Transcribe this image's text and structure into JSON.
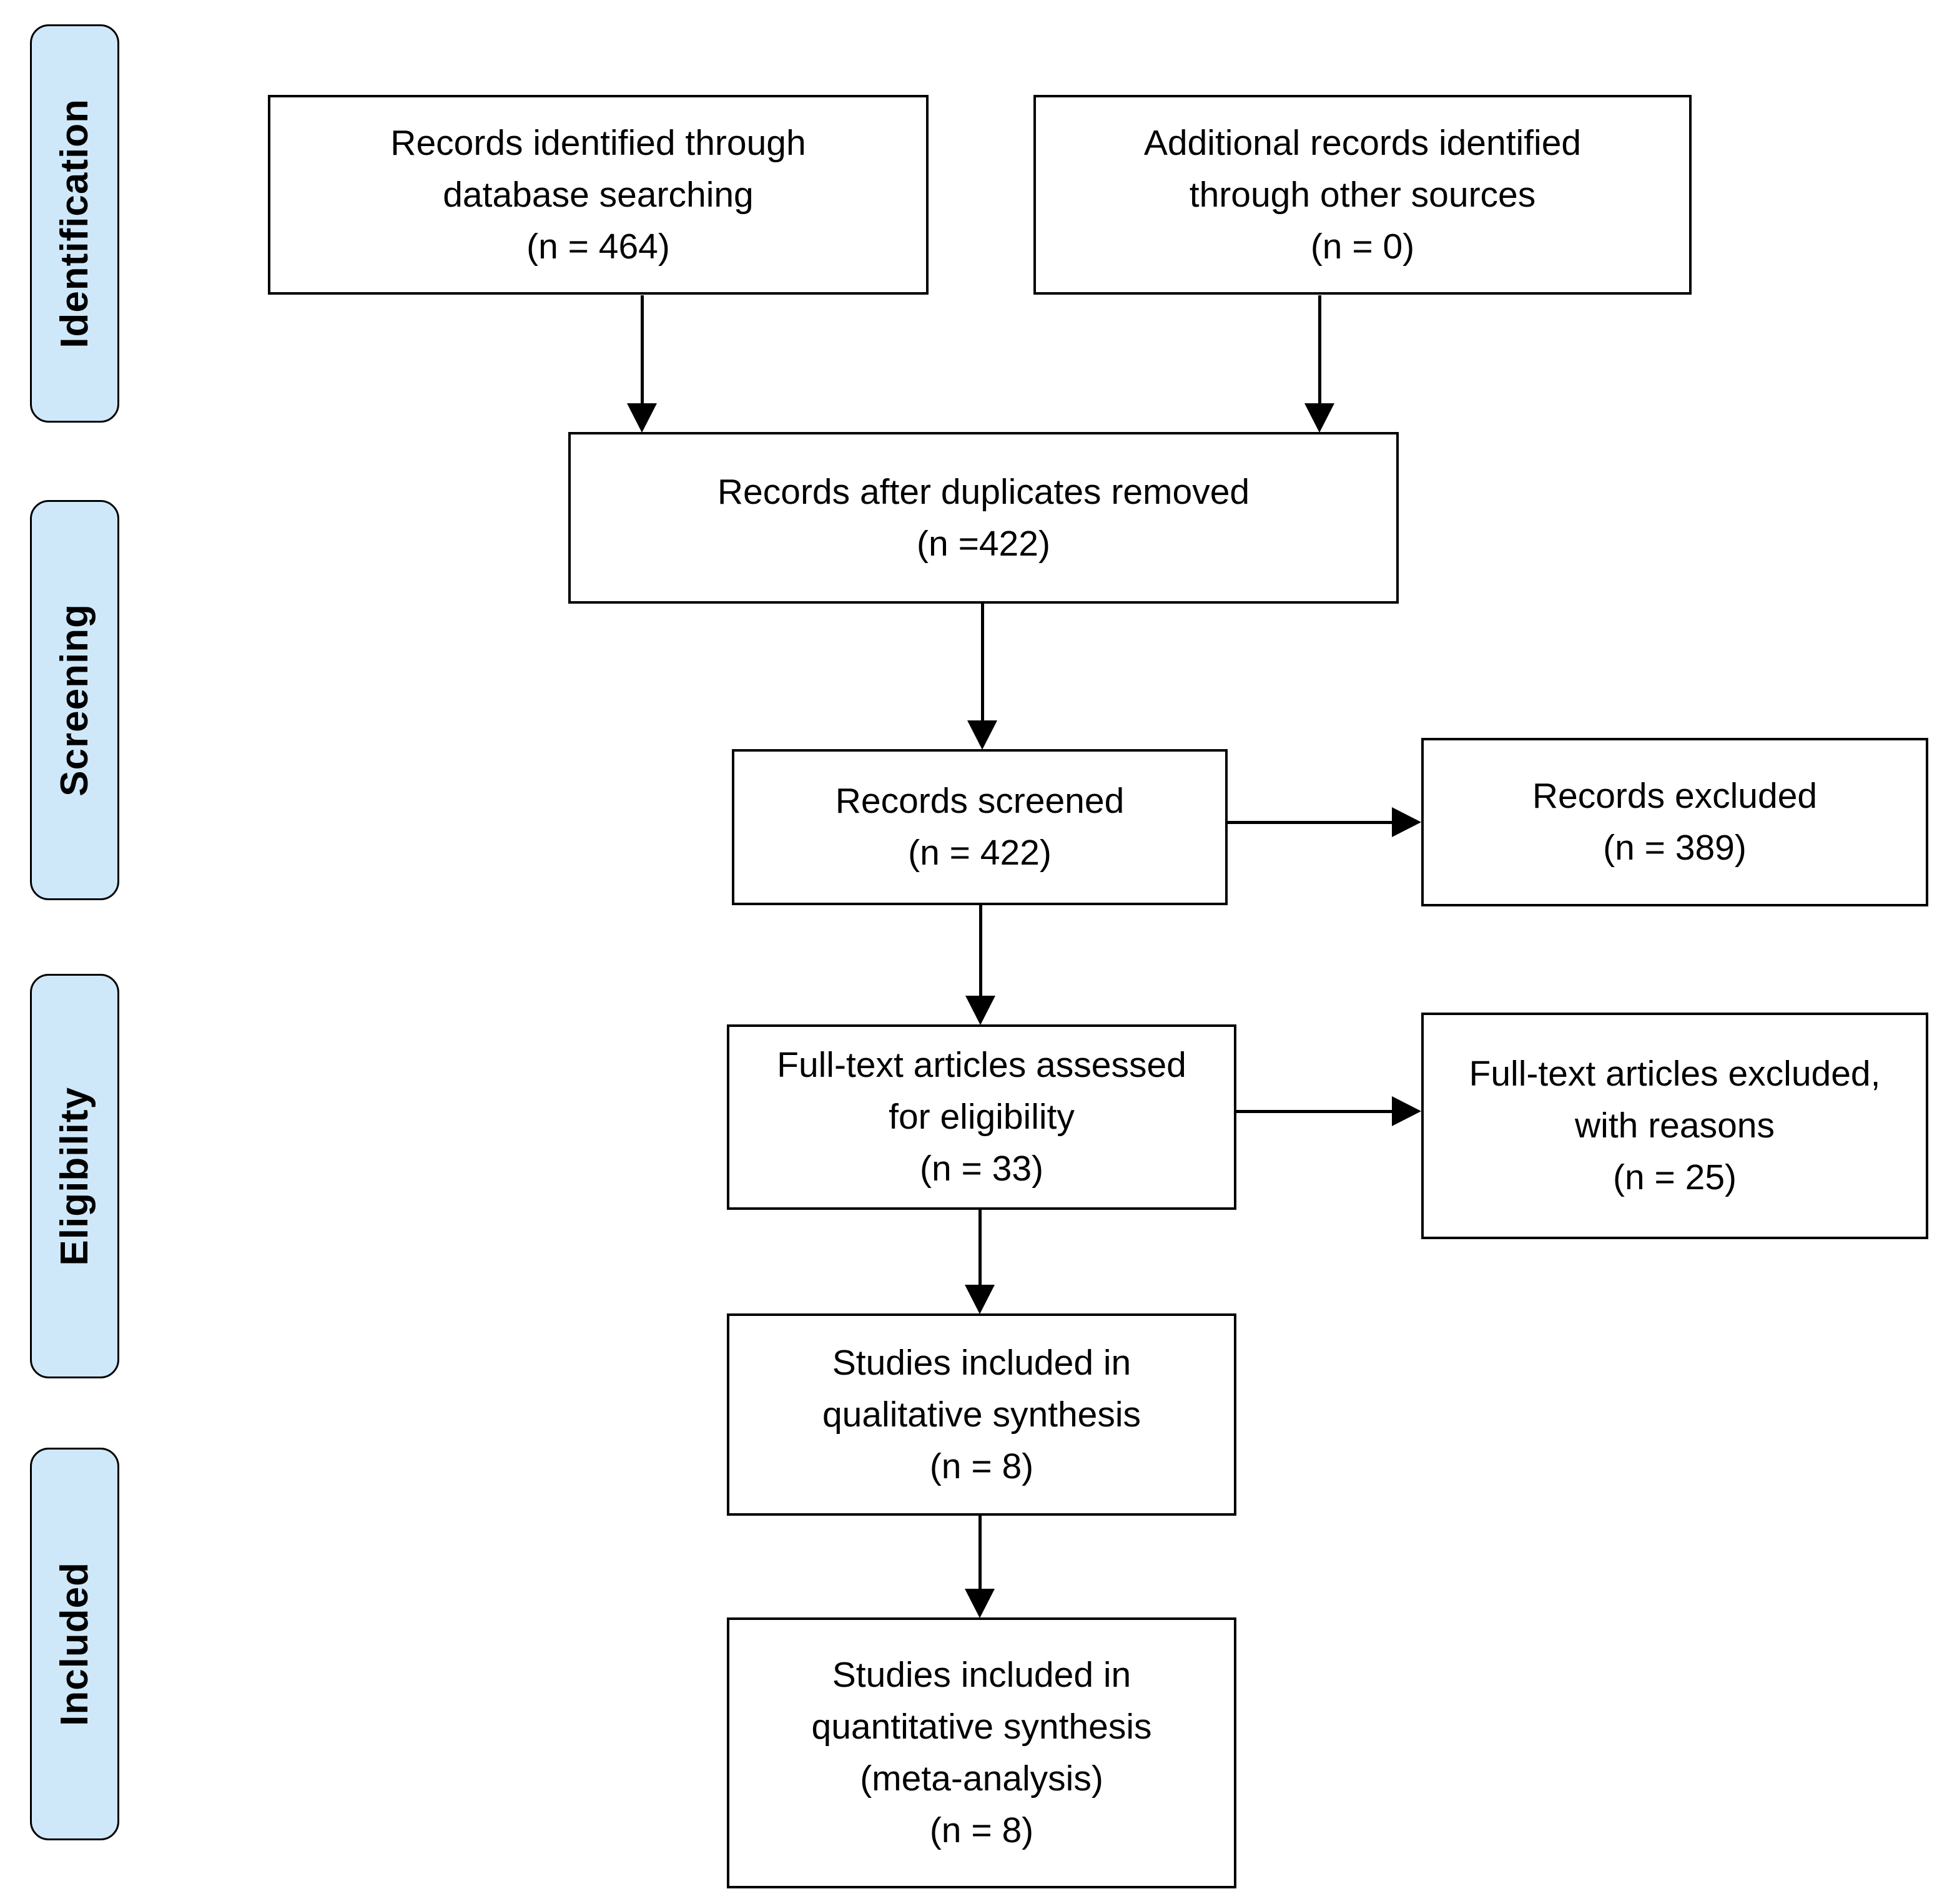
{
  "stages": [
    {
      "id": "identification",
      "label": "Identification"
    },
    {
      "id": "screening",
      "label": "Screening"
    },
    {
      "id": "eligibility",
      "label": "Eligibility"
    },
    {
      "id": "included",
      "label": "Included"
    }
  ],
  "boxes": {
    "identified_db": {
      "lines": [
        "Records identified through",
        "database searching",
        "(n = 464)"
      ],
      "n": 464
    },
    "identified_other": {
      "lines": [
        "Additional records identified",
        "through other sources",
        "(n = 0)"
      ],
      "n": 0
    },
    "after_duplicates": {
      "lines": [
        "Records after duplicates removed",
        "(n =422)"
      ],
      "n": 422
    },
    "screened": {
      "lines": [
        "Records screened",
        "(n = 422)"
      ],
      "n": 422
    },
    "records_excluded": {
      "lines": [
        "Records excluded",
        "(n = 389)"
      ],
      "n": 389
    },
    "fulltext_assessed": {
      "lines": [
        "Full-text articles assessed",
        "for eligibility",
        "(n = 33)"
      ],
      "n": 33
    },
    "fulltext_excluded": {
      "lines": [
        "Full-text articles excluded,",
        "with reasons",
        "(n = 25)"
      ],
      "n": 25
    },
    "qualitative": {
      "lines": [
        "Studies included in",
        "qualitative synthesis",
        "(n = 8)"
      ],
      "n": 8
    },
    "quantitative": {
      "lines": [
        "Studies included in",
        "quantitative synthesis",
        "(meta-analysis)",
        "(n = 8)"
      ],
      "n": 8
    }
  },
  "colors": {
    "stage_fill": "#cfe8f9",
    "box_fill": "#ffffff",
    "border": "#000000",
    "text": "#000000"
  }
}
